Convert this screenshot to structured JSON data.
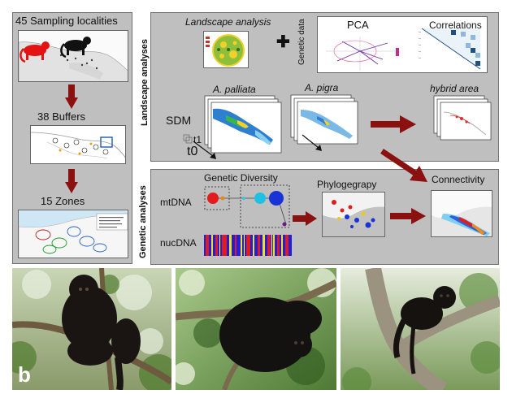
{
  "left_panel": {
    "title": "45 Sampling localities",
    "buffers": "38 Buffers",
    "zones": "15 Zones"
  },
  "landscape": {
    "section_label": "Landscape analyses",
    "landscape_analysis": "Landscape analysis",
    "genetic_data": "Genetic data",
    "pca": "PCA",
    "correlations": "Correlations",
    "sdm": "SDM",
    "t0": "t0",
    "t1": "t1",
    "a_palliata": "A. palliata",
    "a_pigra": "A. pigra",
    "hybrid_area": "hybrid area"
  },
  "genetic": {
    "section_label": "Genetic analyses",
    "genetic_diversity": "Genetic Diversity",
    "mtdna": "mtDNA",
    "nucdna": "nucDNA",
    "phylogeography": "Phylogegrapy",
    "connectivity": "Connectivity"
  },
  "photos": {
    "panel_letter": "b"
  },
  "colors": {
    "arrow": "#8b1010",
    "panel_bg": "#bfbfbf"
  }
}
